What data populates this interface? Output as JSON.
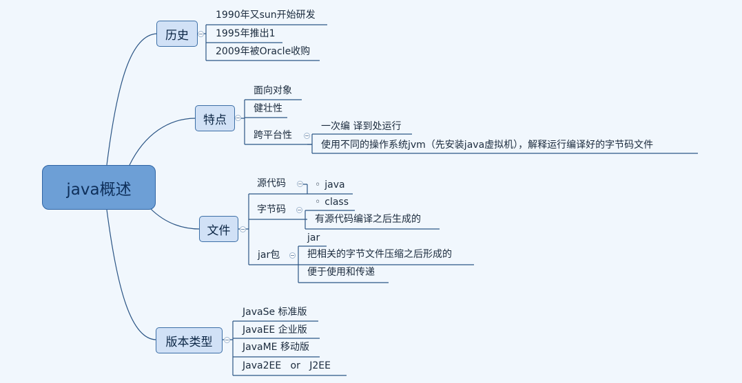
{
  "mindmap": {
    "root": "java概述",
    "history": {
      "title": "历史",
      "items": [
        "1990年又sun开始研发",
        "1995年推出1",
        "2009年被Oracle收购"
      ]
    },
    "features": {
      "title": "特点",
      "items": [
        "面向对象",
        "健壮性",
        "跨平台性"
      ],
      "cross_platform": [
        "一次编 译到处运行",
        "使用不同的操作系统jvm（先安装java虚拟机），解释运行编译好的字节码文件"
      ]
    },
    "files": {
      "title": "文件",
      "source": {
        "label": "源代码",
        "children": [
          "java"
        ]
      },
      "bytecode": {
        "label": "字节码",
        "children": [
          "class",
          "有源代码编译之后生成的"
        ]
      },
      "jar": {
        "label": "jar包",
        "children": [
          "jar",
          "把相关的字节文件压缩之后形成的",
          "便于使用和传递"
        ]
      }
    },
    "versions": {
      "title": "版本类型",
      "items": [
        "JavaSe 标准版",
        "JavaEE 企业版",
        "JavaME 移动版",
        "Java2EE   or   J2EE"
      ]
    },
    "bullet_symbol": "◦"
  }
}
